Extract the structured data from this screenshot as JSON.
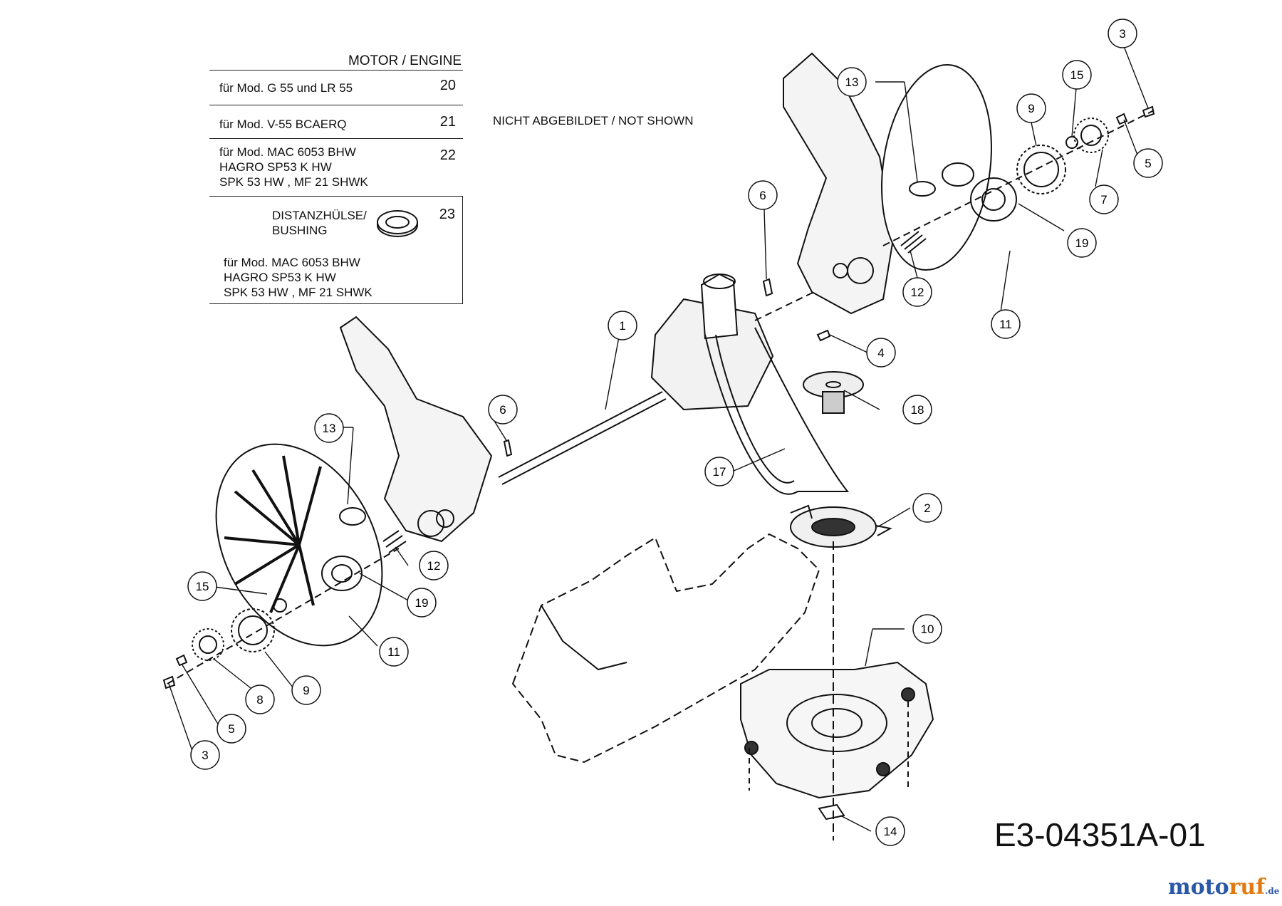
{
  "legend": {
    "header": "MOTOR / ENGINE",
    "rows": [
      {
        "text": "für Mod.  G 55  und LR 55",
        "num": "20"
      },
      {
        "text": "für Mod.  V-55 BCAERQ",
        "num": "21"
      },
      {
        "text": "für Mod.  MAC 6053 BHW\nHAGRO SP53 K HW\nSPK 53 HW , MF 21 SHWK",
        "num": "22"
      },
      {
        "text": "DISTANZHÜLSE/\nBUSHING",
        "num": "23",
        "text2": "für Mod.  MAC 6053 BHW\nHAGRO SP53 K HW\nSPK 53 HW , MF 21 SHWK"
      }
    ]
  },
  "not_shown": "NICHT ABGEBILDET / NOT SHOWN",
  "drawing_code": "E3-04351A-01",
  "brand": {
    "part1": "moto",
    "part2": "ruf",
    "part3": ".de"
  },
  "callouts": [
    "3",
    "15",
    "13",
    "9",
    "5",
    "7",
    "19",
    "11",
    "6",
    "12",
    "1",
    "4",
    "18",
    "6",
    "13",
    "17",
    "2",
    "12",
    "15",
    "19",
    "11",
    "10",
    "8",
    "9",
    "5",
    "3",
    "14"
  ]
}
